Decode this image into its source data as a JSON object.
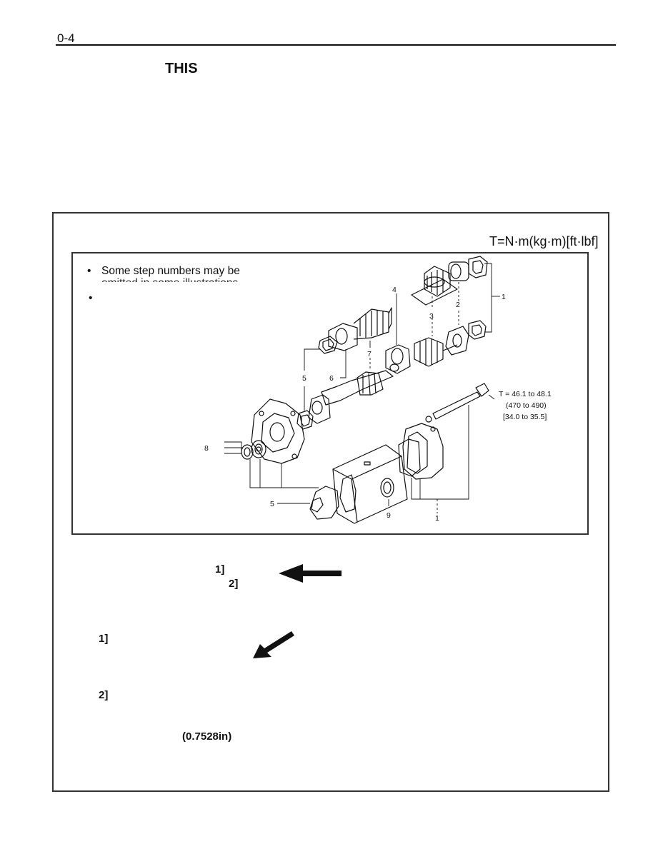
{
  "page": {
    "number": "0-4",
    "section_title": "THIS"
  },
  "torque_units": "T=N·m(kg·m)[ft·lbf]",
  "notes": {
    "bullet": "•",
    "note_1": "Some step numbers may be",
    "note_1_cont": "omitted in some illustrations"
  },
  "diagram": {
    "callouts": [
      "1",
      "2",
      "3",
      "4",
      "5",
      "6",
      "7",
      "8",
      "9"
    ],
    "torque_spec": {
      "line1": "T = 46.1 to 48.1",
      "line2": "(470 to 490)",
      "line3": "[34.0 to 35.5]"
    }
  },
  "steps": {
    "ref_1": "1]",
    "ref_2": "2]",
    "step_1": "1]",
    "step_2": "2]",
    "measurement": "(0.7528in)"
  }
}
